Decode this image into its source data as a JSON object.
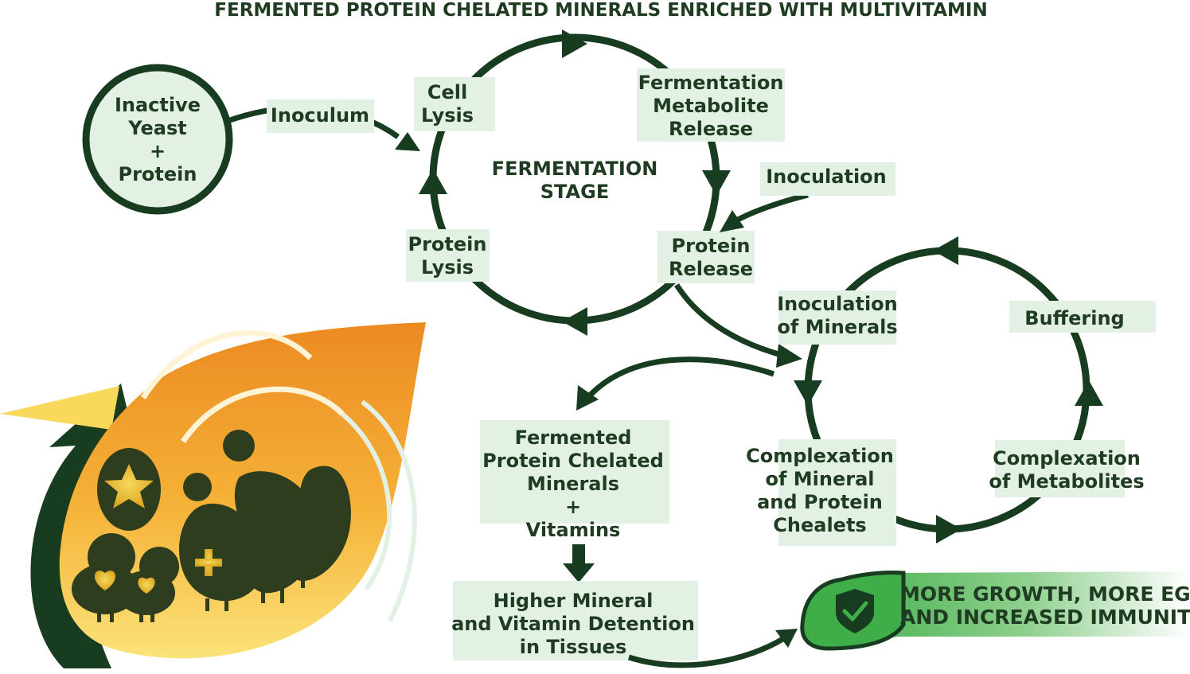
{
  "title": "FERMENTED PROTEIN CHELATED MINERALS ENRICHED WITH MULTIVITAMIN",
  "start_node": {
    "lines": [
      "Inactive",
      "Yeast",
      "+",
      "Protein"
    ]
  },
  "labels": {
    "inoculum": "Inoculum",
    "inoculation": "Inoculation",
    "fermentation_stage": [
      "FERMENTATION",
      "STAGE"
    ]
  },
  "fermentation_cycle": {
    "cell_lysis": [
      "Cell",
      "Lysis"
    ],
    "metabolite_release": [
      "Fermentation",
      "Metabolite",
      "Release"
    ],
    "protein_release": [
      "Protein",
      "Release"
    ],
    "protein_lysis": [
      "Protein",
      "Lysis"
    ]
  },
  "chelation_cycle": {
    "inoculation_minerals": [
      "Inoculation",
      "of Minerals"
    ],
    "buffering": "Buffering",
    "complexation_metabolites": [
      "Complexation",
      "of Metabolites"
    ],
    "complexation_mineral_protein": [
      "Complexation",
      "of Mineral",
      "and Protein",
      "Chealets"
    ]
  },
  "product": [
    "Fermented",
    "Protein Chelated",
    "Minerals",
    "+",
    "Vitamins"
  ],
  "result_box": [
    "Higher Mineral",
    "and Vitamin Detention",
    "in Tissues"
  ],
  "outcome": [
    "MORE GROWTH, MORE EGG",
    "AND INCREASED IMMUNITY"
  ],
  "colors": {
    "dark_green": "#173c20",
    "box_green": "#e3f1e4",
    "orange": "#ec8a22",
    "yellow": "#f8d95c",
    "bright_green": "#3fae49"
  },
  "icons": [
    "egg-star-icon",
    "chick-heart-icon",
    "hen-icon",
    "shield-check-icon",
    "growth-arrow-icon"
  ]
}
